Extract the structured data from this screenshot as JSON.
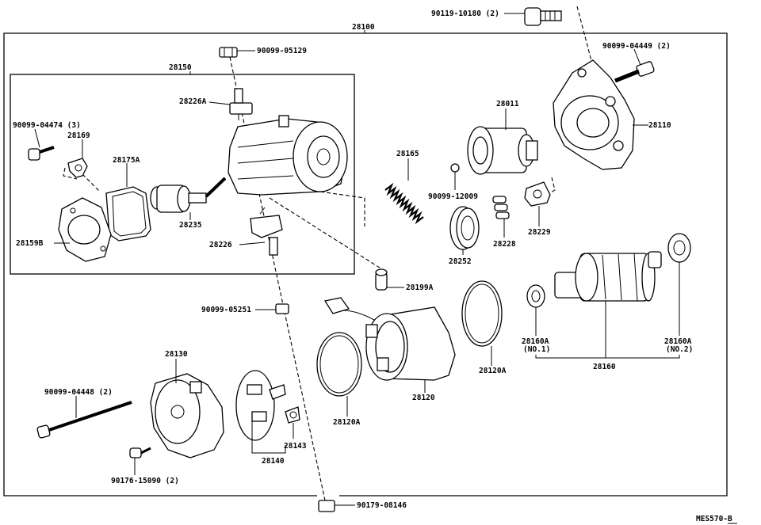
{
  "labels": {
    "assembly": "28100",
    "bolt_top": "90119-10180 (2)",
    "nut_top": "90099-05129",
    "bolt_right": "90099-04449 (2)",
    "subassembly_box": "28150",
    "part_28226a": "28226A",
    "screw_left": "90099-04474 (3)",
    "part_28169": "28169",
    "part_28175a": "28175A",
    "part_28235": "28235",
    "part_28159b": "28159B",
    "part_28226": "28226",
    "spring": "28165",
    "ball": "90099-12009",
    "pinion": "28011",
    "housing": "28110",
    "rollers": "28228",
    "retainer": "28229",
    "idler_gear": "28252",
    "plunger": "28199A",
    "nut_mid": "90099-05251",
    "oring_right": "28120A",
    "yoke": "28120",
    "oring_left": "28120A",
    "bearing_left": "28160A",
    "bearing_left_note": "(NO.1)",
    "bearing_right": "28160A",
    "bearing_right_note": "(NO.2)",
    "armature": "28160",
    "end_frame": "28130",
    "through_bolt": "90099-04448 (2)",
    "brush_holder": "28140",
    "brush_part": "28143",
    "screw_bottom": "90176-15090 (2)",
    "nut_bottom": "90179-08146",
    "figure_code": "MES570-B"
  }
}
